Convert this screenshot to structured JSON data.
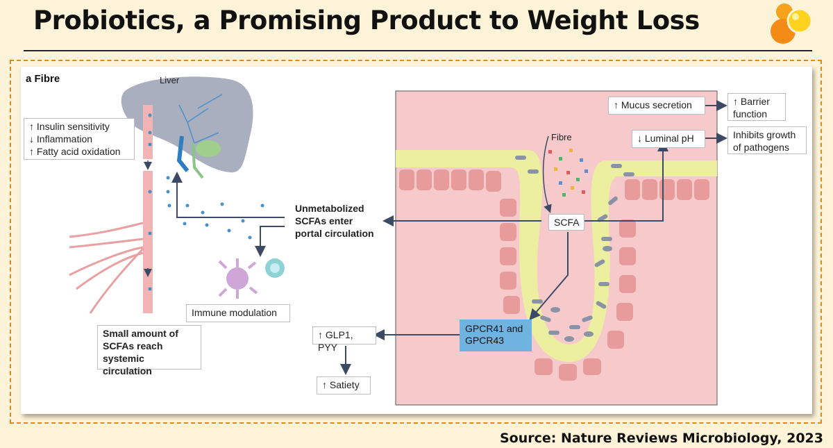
{
  "header": {
    "title": "Probiotics, a Promising Product to Weight Loss",
    "logo_icon": "orange-yellow-circles-logo"
  },
  "figure": {
    "panel_letter": "a",
    "panel_title": "Fibre",
    "liver_label": "Liver",
    "fibre_label": "Fibre",
    "systemic_effects": "↑ Insulin sensitivity\n↓ Inflammation\n↑ Fatty acid oxidation",
    "portal_box": "Unmetabolized\nSCFAs enter\nportal circulation",
    "immune_box": "Immune modulation",
    "systemic_box": "Small amount of\nSCFAs reach\nsystemic circulation",
    "scfa_box": "SCFA",
    "mucus_box": "↑ Mucus secretion",
    "barrier_box": "↑ Barrier\nfunction",
    "ph_box": "↓ Luminal pH",
    "pathogens_box": "Inhibits growth\nof pathogens",
    "gpcr_box": "GPCR41 and\nGPCR43",
    "glp_box": "↑ GLP1, PYY",
    "satiety_box": "↑ Satiety"
  },
  "colors": {
    "background": "#fdf3d8",
    "frame_dash": "#e08a1e",
    "arrow": "#3c4a66",
    "dots": "#4a90c8",
    "liver": "#a9afbf",
    "vessel": "#e9a0a0",
    "mucus": "#ecefa0",
    "tissue": "#f2b6b6",
    "gpcr": "#6fb4e0"
  },
  "footer": {
    "source": "Source: Nature Reviews Microbiology, 2023"
  }
}
